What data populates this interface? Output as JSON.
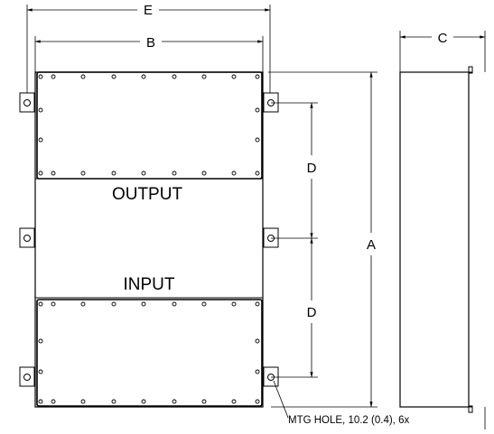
{
  "labels": {
    "output": "OUTPUT",
    "input": "INPUT",
    "note": "MTG HOLE, 10.2 (0.4), 6x"
  },
  "dimensions": {
    "e": "E",
    "b": "B",
    "c": "C",
    "a": "A",
    "d_upper": "D",
    "d_lower": "D"
  }
}
